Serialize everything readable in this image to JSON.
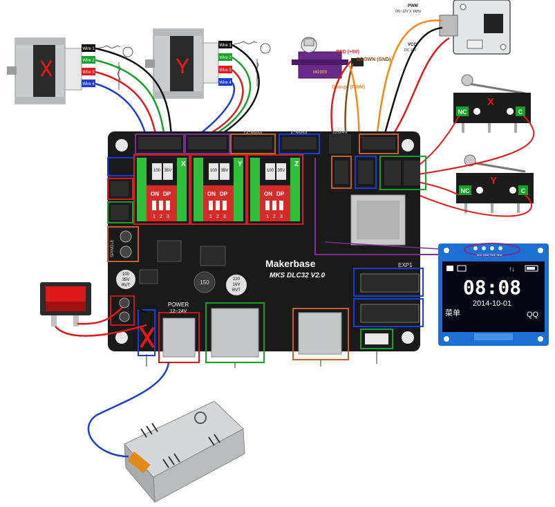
{
  "motor_x": {
    "label": "X",
    "wires": [
      "Wire 1",
      "Wire 2",
      "Wire 3",
      "Wire 4"
    ]
  },
  "motor_y": {
    "label": "Y",
    "wires": [
      "Wire 1",
      "Wire 2",
      "Wire 3",
      "Wire 4"
    ]
  },
  "connectors": {
    "y2_motor": "Y2-Motor",
    "z_motor": "Z-Motor",
    "v12_24": "12/24V"
  },
  "servo": {
    "red": "RED (+5V)",
    "brown": "BROWN (GND)",
    "orange": "Orange (PWM)",
    "chip": "MG90S"
  },
  "laser_module": {
    "pwm": "PWM",
    "pwm_spec": "0/5~12V X 1KHz",
    "vcc": "VCC",
    "vcc_spec": "DC 12V"
  },
  "switch_x": {
    "nc": "NC",
    "c": "C",
    "mark": "X"
  },
  "switch_y": {
    "nc": "NC",
    "c": "C",
    "mark": "Y"
  },
  "board": {
    "brand": "Makerbase",
    "model": "MKS DLC32 V2.0",
    "power": "POWER",
    "power_range": "12~24V",
    "driver_labels": [
      "X",
      "Y",
      "Z"
    ],
    "dip": {
      "on": "ON",
      "dp": "DP",
      "nums": [
        "1",
        "2",
        "3"
      ]
    },
    "spindle": "SPINDLE",
    "exp1": "EXP1",
    "capacitors": [
      {
        "line1": "100",
        "line2": "35V",
        "line3": "RVT"
      },
      {
        "line1": "220",
        "line2": "16V",
        "line3": "RVT"
      }
    ],
    "driver_caps": [
      {
        "line1": "100",
        "line2": "35V"
      },
      {
        "line1": "100",
        "line2": "35V"
      },
      {
        "line1": "100",
        "line2": "35V"
      }
    ],
    "inductor": "150"
  },
  "oled": {
    "pins": "VCC GND SCK SDA",
    "time": "08:08",
    "date": "2014-10-01",
    "menu": "菜单",
    "qq": "QQ"
  },
  "colors": {
    "board": "#1a1a1a",
    "driver_green": "#2fbf3a",
    "dip_red": "#d62b2b",
    "oled_blue": "#1d6fd1",
    "psu_metal": "#d4d6d8",
    "wire_red": "#e01a1a",
    "wire_green": "#17a02a",
    "wire_blue": "#1a3fd0",
    "wire_orange": "#f28a1a"
  }
}
